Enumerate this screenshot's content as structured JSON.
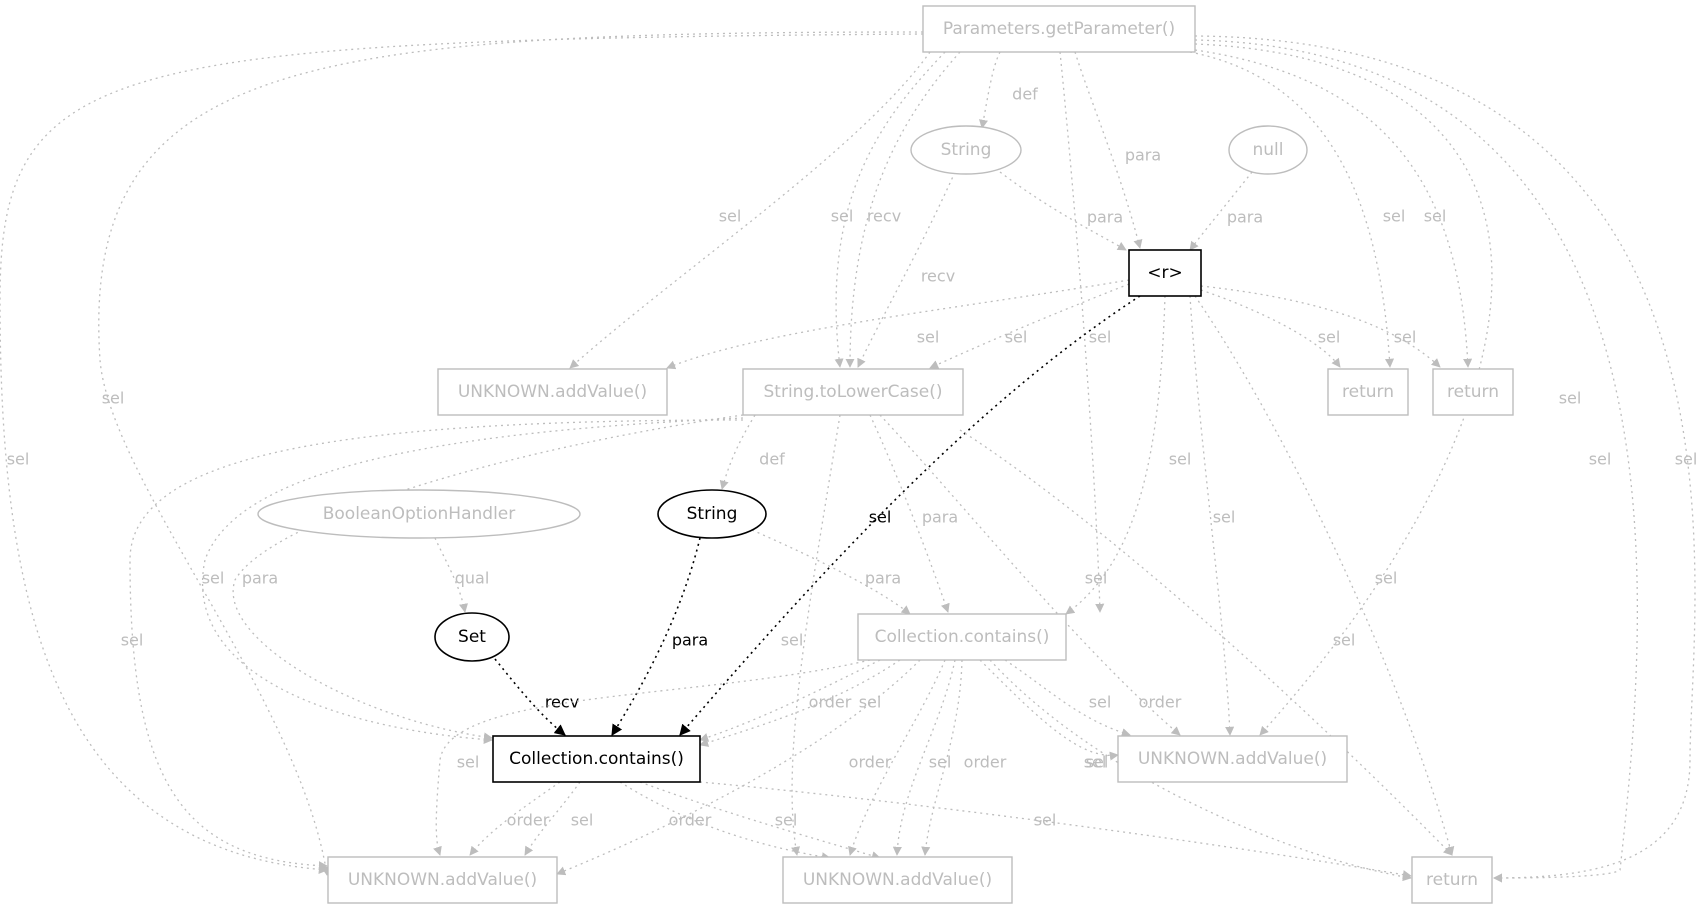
{
  "colors": {
    "faded": "#bdbdbd",
    "strong": "#000000"
  },
  "nodes": {
    "params": {
      "label": "Parameters.getParameter()",
      "shape": "box",
      "style": "faded"
    },
    "string_top": {
      "label": "String",
      "shape": "ellipse",
      "style": "faded"
    },
    "null": {
      "label": "null",
      "shape": "ellipse",
      "style": "faded"
    },
    "r": {
      "label": "<r>",
      "shape": "box",
      "style": "strong"
    },
    "unknown_add1": {
      "label": "UNKNOWN.addValue()",
      "shape": "box",
      "style": "faded"
    },
    "tolower": {
      "label": "String.toLowerCase()",
      "shape": "box",
      "style": "faded"
    },
    "return1": {
      "label": "return",
      "shape": "box",
      "style": "faded"
    },
    "return2": {
      "label": "return",
      "shape": "box",
      "style": "faded"
    },
    "boolhandler": {
      "label": "BooleanOptionHandler",
      "shape": "ellipse",
      "style": "faded"
    },
    "string_mid": {
      "label": "String",
      "shape": "ellipse",
      "style": "strong"
    },
    "set": {
      "label": "Set",
      "shape": "ellipse",
      "style": "strong"
    },
    "contains_gray": {
      "label": "Collection.contains()",
      "shape": "box",
      "style": "faded"
    },
    "contains_main": {
      "label": "Collection.contains()",
      "shape": "box",
      "style": "strong"
    },
    "unknown_add_r": {
      "label": "UNKNOWN.addValue()",
      "shape": "box",
      "style": "faded"
    },
    "unknown_add_bl": {
      "label": "UNKNOWN.addValue()",
      "shape": "box",
      "style": "faded"
    },
    "unknown_add_bm": {
      "label": "UNKNOWN.addValue()",
      "shape": "box",
      "style": "faded"
    },
    "return3": {
      "label": "return",
      "shape": "box",
      "style": "faded"
    }
  },
  "edges": [
    {
      "label": "def",
      "style": "faded"
    },
    {
      "label": "para",
      "style": "faded"
    },
    {
      "label": "para",
      "style": "faded"
    },
    {
      "label": "para",
      "style": "faded"
    },
    {
      "label": "sel",
      "style": "faded"
    },
    {
      "label": "sel",
      "style": "faded"
    },
    {
      "label": "recv",
      "style": "faded"
    },
    {
      "label": "recv",
      "style": "faded"
    },
    {
      "label": "sel",
      "style": "faded"
    },
    {
      "label": "sel",
      "style": "faded"
    },
    {
      "label": "sel",
      "style": "faded"
    },
    {
      "label": "sel",
      "style": "faded"
    },
    {
      "label": "sel",
      "style": "faded"
    },
    {
      "label": "sel",
      "style": "faded"
    },
    {
      "label": "sel",
      "style": "faded"
    },
    {
      "label": "sel",
      "style": "faded"
    },
    {
      "label": "sel",
      "style": "faded"
    },
    {
      "label": "sel",
      "style": "faded"
    },
    {
      "label": "sel",
      "style": "faded"
    },
    {
      "label": "sel",
      "style": "strong"
    },
    {
      "label": "sel",
      "style": "faded"
    },
    {
      "label": "sel",
      "style": "faded"
    },
    {
      "label": "sel",
      "style": "faded"
    },
    {
      "label": "sel",
      "style": "faded"
    },
    {
      "label": "def",
      "style": "faded"
    },
    {
      "label": "para",
      "style": "faded"
    },
    {
      "label": "sel",
      "style": "faded"
    },
    {
      "label": "sel",
      "style": "faded"
    },
    {
      "label": "sel",
      "style": "faded"
    },
    {
      "label": "para",
      "style": "faded"
    },
    {
      "label": "sel",
      "style": "faded"
    },
    {
      "label": "sel",
      "style": "faded"
    },
    {
      "label": "qual",
      "style": "faded"
    },
    {
      "label": "para",
      "style": "faded"
    },
    {
      "label": "para",
      "style": "strong"
    },
    {
      "label": "recv",
      "style": "strong"
    },
    {
      "label": "order",
      "style": "faded"
    },
    {
      "label": "sel",
      "style": "faded"
    },
    {
      "label": "order",
      "style": "faded"
    },
    {
      "label": "sel",
      "style": "faded"
    },
    {
      "label": "order",
      "style": "faded"
    },
    {
      "label": "order",
      "style": "faded"
    },
    {
      "label": "sel",
      "style": "faded"
    },
    {
      "label": "sel",
      "style": "faded"
    },
    {
      "label": "sel",
      "style": "faded"
    },
    {
      "label": "order",
      "style": "faded"
    },
    {
      "label": "sel",
      "style": "faded"
    },
    {
      "label": "order",
      "style": "faded"
    },
    {
      "label": "sel",
      "style": "faded"
    },
    {
      "label": "sel",
      "style": "faded"
    },
    {
      "label": "sel",
      "style": "faded"
    }
  ]
}
